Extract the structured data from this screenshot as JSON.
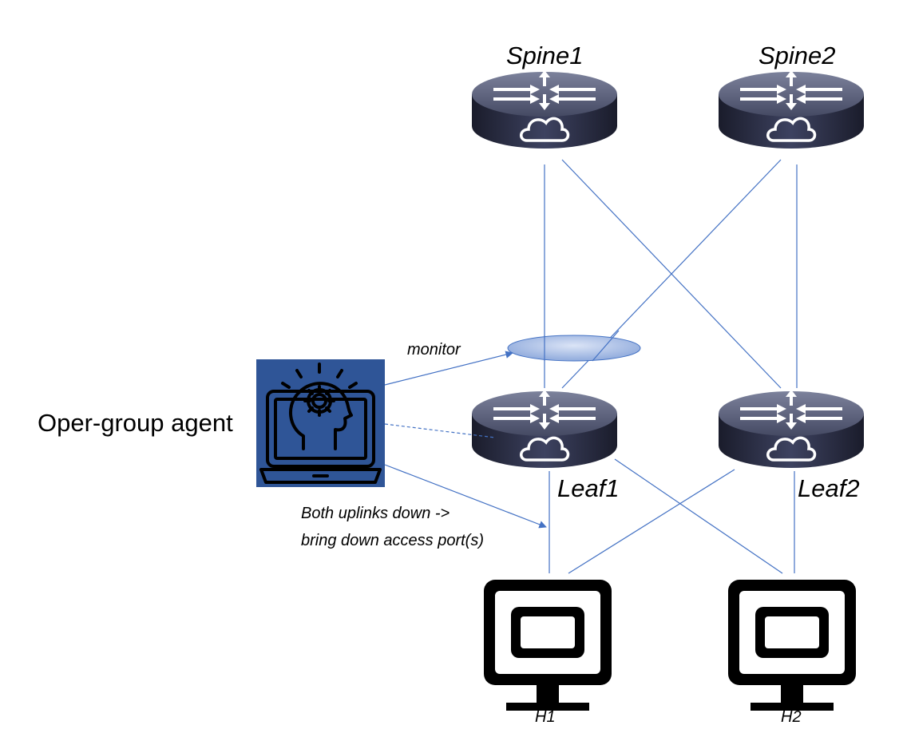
{
  "devices": {
    "spine1": {
      "label": "Spine1"
    },
    "spine2": {
      "label": "Spine2"
    },
    "leaf1": {
      "label": "Leaf1"
    },
    "leaf2": {
      "label": "Leaf2"
    }
  },
  "hosts": {
    "h1": {
      "label": "H1"
    },
    "h2": {
      "label": "H2"
    }
  },
  "agent": {
    "label": "Oper-group agent",
    "icon": "ai-laptop-gear-head-icon"
  },
  "annotations": {
    "monitor": "monitor",
    "action_line1": "Both uplinks down ->",
    "action_line2": "bring down access port(s)"
  },
  "colors": {
    "link": "#4472c4",
    "agent_bg": "#2f5597",
    "monitor_ellipse": "#8faadc",
    "router_body": "#2b2f45"
  }
}
